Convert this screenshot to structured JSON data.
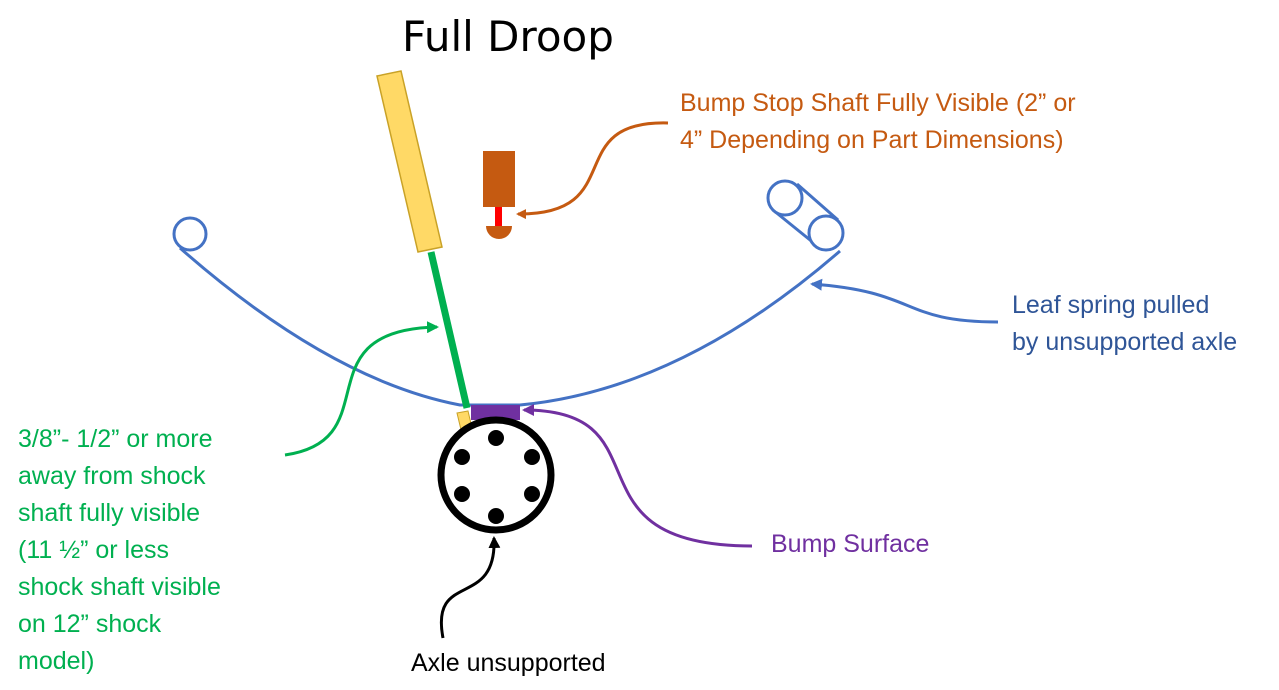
{
  "title": "Full Droop",
  "labels": {
    "bump_stop": [
      "Bump Stop Shaft Fully Visible (2” or",
      "4” Depending on Part Dimensions)"
    ],
    "leaf_spring": [
      "Leaf spring pulled",
      "by unsupported axle"
    ],
    "shock_clearance": [
      "3/8”- 1/2”  or more",
      "away from shock",
      "shaft fully visible",
      "(11 ½” or less",
      "shock shaft visible",
      "on 12” shock",
      "model)"
    ],
    "bump_surface": "Bump Surface",
    "axle": "Axle unsupported"
  },
  "colors": {
    "bump_stop": "#C55A11",
    "bump_stop_shaft": "#FF0000",
    "leaf_spring": "#4472C4",
    "leaf_spring_text": "#2F5597",
    "shock_body": "#FFD966",
    "shock_shaft": "#00B050",
    "bump_surface": "#7030A0",
    "axle": "#000000"
  }
}
